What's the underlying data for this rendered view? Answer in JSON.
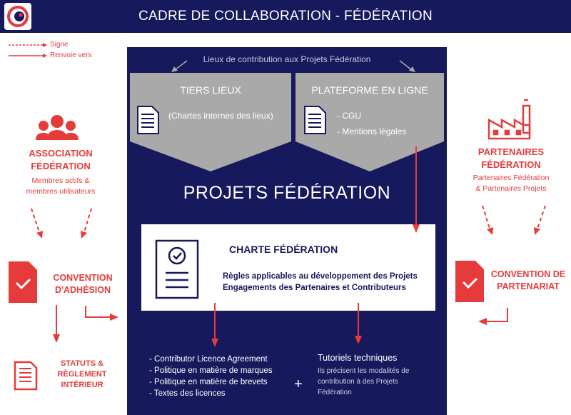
{
  "header": {
    "title": "CADRE DE COLLABORATION - FÉDÉRATION"
  },
  "legend": {
    "signs": "Signe",
    "refers_to": "Renvoie vers"
  },
  "contribution_title": "Lieux de contribution aux Projets Fédération",
  "tiers_lieux": {
    "title": "TIERS LIEUX",
    "body": "(Chartes internes des lieux)"
  },
  "plateforme": {
    "title": "PLATEFORME EN LIGNE",
    "lines": [
      "- CGU",
      "- Mentions légales"
    ]
  },
  "projects_title": "PROJETS FÉDÉRATION",
  "charter": {
    "title": "CHARTE FÉDÉRATION",
    "lines": [
      "Règles applicables au développement des Projets",
      "Engagements des Partenaires et Contributeurs"
    ]
  },
  "documents": [
    "- Contributor Licence Agreement",
    "- Politique en matière de marques",
    "- Politique en matière de brevets",
    "- Textes des licences"
  ],
  "plus": "+",
  "tutorials": {
    "title": "Tutoriels techniques",
    "lines": [
      "Ils précisent les modalités de",
      "contribution à des Projets",
      "Fédération"
    ]
  },
  "association": {
    "title_lines": [
      "ASSOCIATION",
      "FÉDÉRATION"
    ],
    "sub_lines": [
      "Membres actifs &",
      "membres utilisateurs"
    ]
  },
  "partners": {
    "title_lines": [
      "PARTENAIRES",
      "FÉDÉRATION"
    ],
    "sub_lines": [
      "Partenaires Fédération",
      "& Partenaires Projets"
    ]
  },
  "convention_adhesion": {
    "lines": [
      "CONVENTION",
      "D'ADHÉSION"
    ]
  },
  "convention_partenariat": {
    "lines": [
      "CONVENTION DE",
      "PARTENARIAT"
    ]
  },
  "statuts": {
    "lines": [
      "STATUTS &",
      "RÈGLEMENT",
      "INTÉRIEUR"
    ]
  },
  "colors": {
    "navy": "#16195c",
    "red": "#e53b3b",
    "grey": "#a9a9a9"
  }
}
